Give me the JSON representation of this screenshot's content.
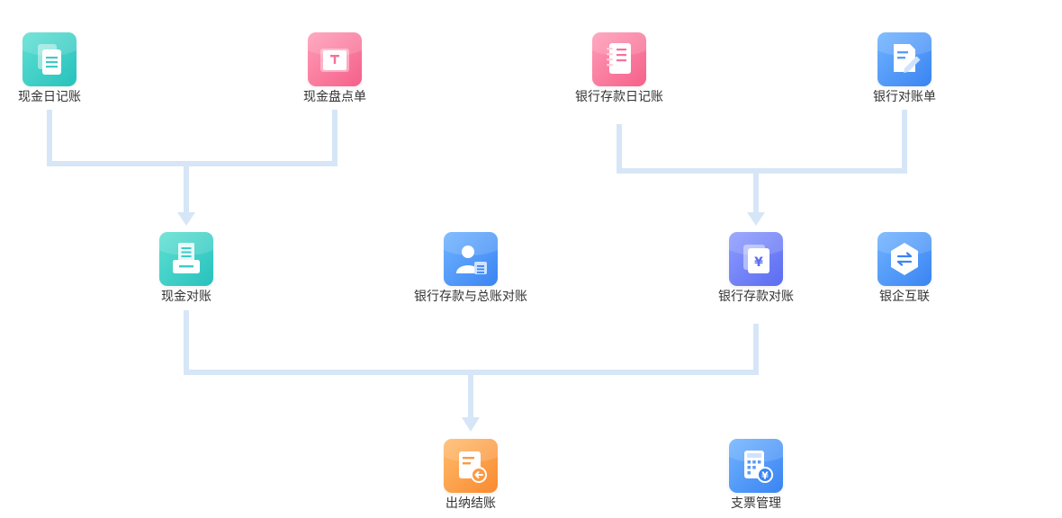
{
  "colors": {
    "connector": "#d6e6f7",
    "label_text": "#333333",
    "teal": "#27c1bd",
    "pink": "#f5608a",
    "blue": "#3a84f2",
    "indigo": "#5b6cf0",
    "orange": "#f98a2f"
  },
  "nodes": {
    "cash_journal": {
      "label": "现金日记账",
      "icon": "document-icon"
    },
    "cash_count": {
      "label": "现金盘点单",
      "icon": "cash-count-icon"
    },
    "bank_journal": {
      "label": "银行存款日记账",
      "icon": "notebook-icon"
    },
    "bank_statement": {
      "label": "银行对账单",
      "icon": "statement-pen-icon"
    },
    "cash_reconcile": {
      "label": "现金对账",
      "icon": "printer-icon"
    },
    "bank_gl_reconcile": {
      "label": "银行存款与总账对账",
      "icon": "user-ledger-icon"
    },
    "bank_reconcile": {
      "label": "银行存款对账",
      "icon": "yen-document-icon"
    },
    "bank_link": {
      "label": "银企互联",
      "icon": "exchange-icon"
    },
    "cashier_close": {
      "label": "出纳结账",
      "icon": "close-ledger-icon"
    },
    "check_management": {
      "label": "支票管理",
      "icon": "calculator-yen-icon"
    }
  }
}
